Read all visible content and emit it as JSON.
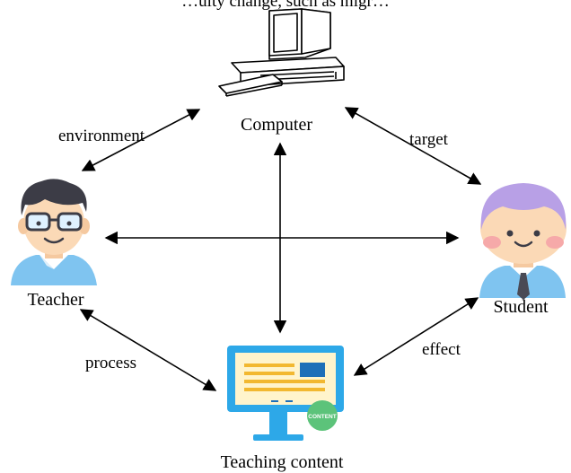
{
  "top_text": "…ulty change, such as migr…",
  "nodes": {
    "computer": "Computer",
    "teacher": "Teacher",
    "student": "Student",
    "content": "Teaching content"
  },
  "edges": {
    "environment": "environment",
    "target": "target",
    "process": "process",
    "effect": "effect"
  },
  "badge": "CONTENT",
  "colors": {
    "monitor_frame": "#2DA8E8",
    "screen_bg": "#FFF4CC",
    "text_lines": "#F2B830",
    "block": "#1E6FB8",
    "badge": "#5CC37A",
    "student_hair": "#B8A0E6",
    "teacher_hair": "#3C3C46",
    "shirt_blue": "#7FC4F0"
  }
}
